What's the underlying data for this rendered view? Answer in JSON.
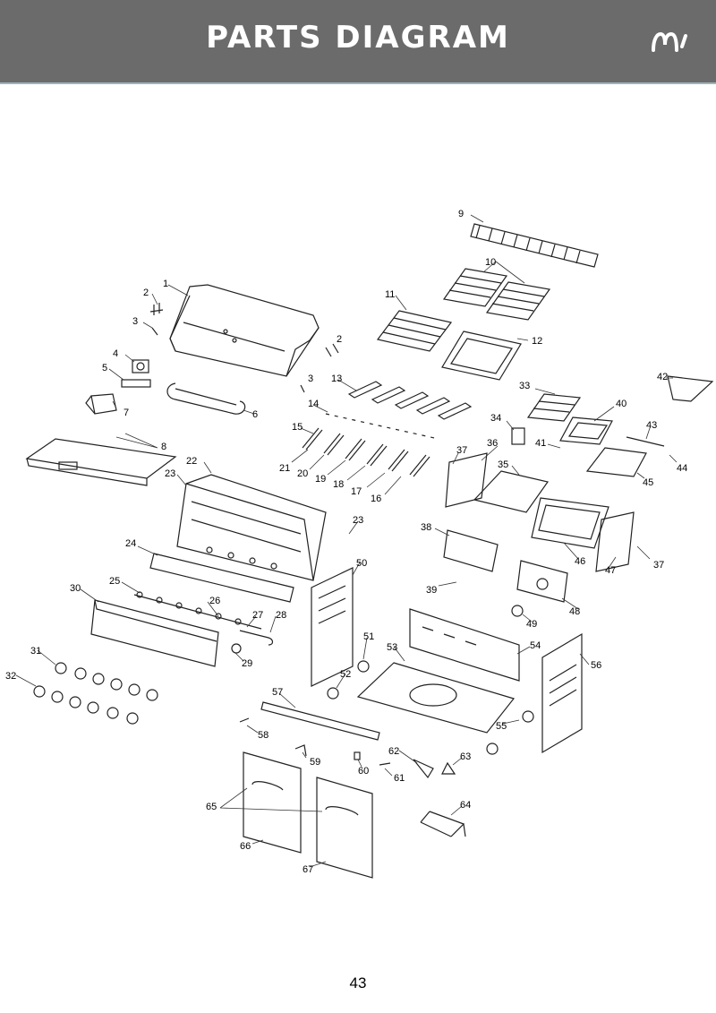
{
  "header": {
    "title": "PARTS DIAGRAM",
    "logo_icon": "brand-logo-icon",
    "background_color": "#6b6b6b",
    "text_color": "#ffffff"
  },
  "callouts": [
    "1",
    "2",
    "2",
    "3",
    "3",
    "4",
    "5",
    "6",
    "7",
    "8",
    "9",
    "10",
    "11",
    "12",
    "13",
    "14",
    "15",
    "16",
    "17",
    "18",
    "19",
    "20",
    "21",
    "22",
    "23",
    "23",
    "24",
    "25",
    "26",
    "27",
    "28",
    "29",
    "30",
    "31",
    "32",
    "33",
    "34",
    "35",
    "36",
    "37",
    "37",
    "38",
    "39",
    "40",
    "41",
    "42",
    "43",
    "44",
    "45",
    "46",
    "47",
    "48",
    "49",
    "50",
    "51",
    "52",
    "53",
    "54",
    "55",
    "56",
    "57",
    "58",
    "59",
    "60",
    "61",
    "62",
    "63",
    "64",
    "65",
    "66",
    "67"
  ],
  "page_number": "43"
}
